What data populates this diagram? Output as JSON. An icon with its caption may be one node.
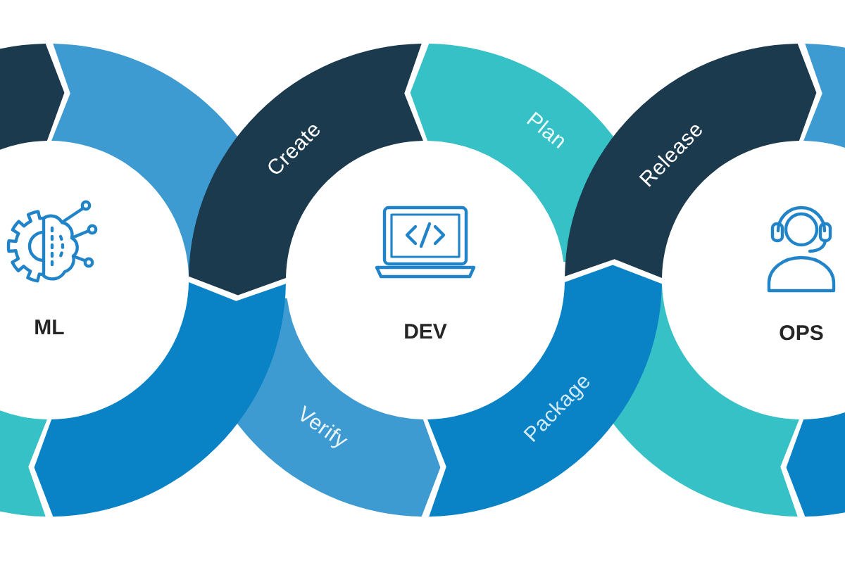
{
  "diagram": {
    "nodes": [
      {
        "text": [],
        "shape": "arc"
      },
      {
        "text": [],
        "shape": "arc"
      },
      {
        "text": [],
        "shape": "arc"
      },
      {
        "text": [],
        "shape": "arc"
      },
      {
        "text": [
          "Create"
        ]
      },
      {
        "text": [
          "Plan"
        ]
      },
      {
        "text": [
          "Verify"
        ]
      },
      {
        "text": [
          "Package"
        ]
      },
      {
        "text": [
          "Release"
        ]
      },
      {
        "text": [],
        "shape": "arc"
      },
      {
        "text": [],
        "shape": "arc"
      },
      {
        "text": [],
        "shape": "arc"
      }
    ],
    "labels": [
      "ML",
      "DEV",
      "OPS"
    ]
  }
}
